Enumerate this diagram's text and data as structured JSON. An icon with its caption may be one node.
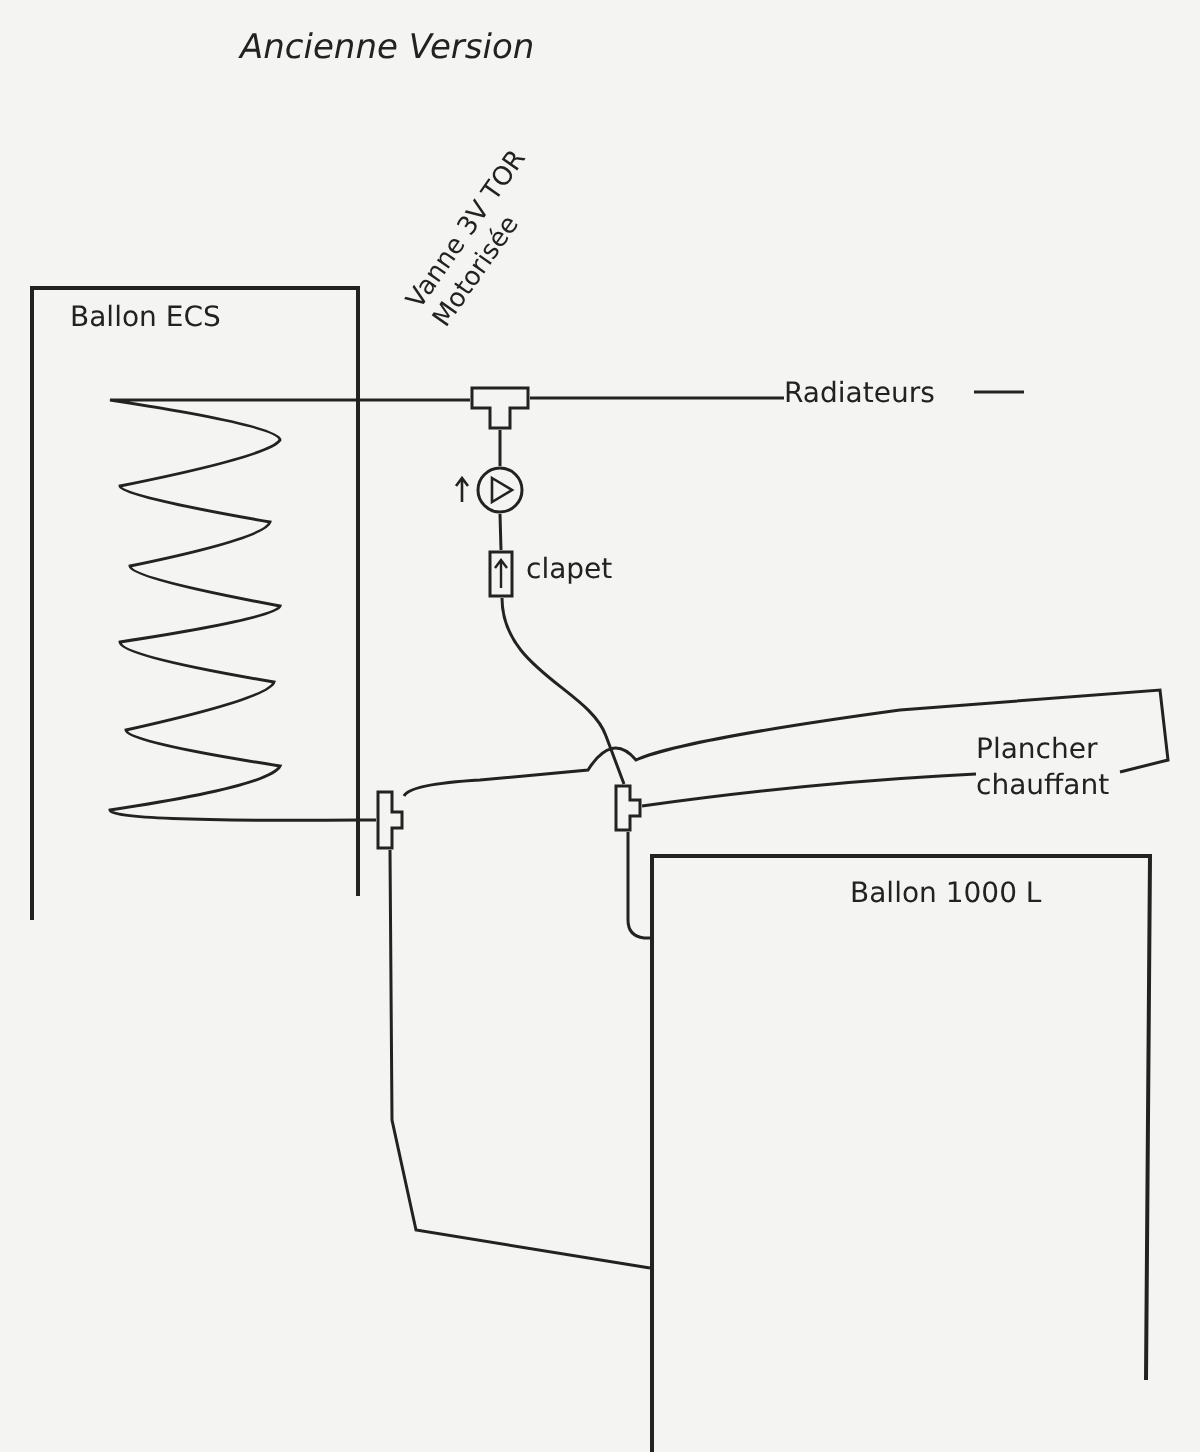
{
  "diagram": {
    "title": "Ancienne Version",
    "nodes": [
      {
        "text": [
          "Ballon ECS"
        ]
      },
      {
        "text": [
          "Vanne 3V TOR Motorisée"
        ]
      },
      {
        "text": [
          "Radiateurs"
        ]
      },
      {
        "text": [],
        "shape": "circle"
      },
      {
        "text": [],
        "shape": "box",
        "beside": [
          "clapet"
        ]
      },
      {
        "text": [],
        "shape": "box"
      },
      {
        "text": [],
        "shape": "box"
      },
      {
        "text": [
          "Plancher chauffant"
        ]
      },
      {
        "text": [
          "Ballon 1000 L"
        ]
      }
    ],
    "edges": [
      {
        "from": 0,
        "to": 1,
        "arrow": "none"
      },
      {
        "from": 1,
        "to": 2,
        "arrow": "none"
      },
      {
        "from": 1,
        "to": 3,
        "arrow": "none"
      },
      {
        "from": 3,
        "to": 4,
        "arrow": "none"
      },
      {
        "from": 4,
        "to": 6,
        "arrow": "none"
      },
      {
        "from": 0,
        "to": 5,
        "arrow": "none"
      },
      {
        "from": 5,
        "to": 7,
        "arrow": "none"
      },
      {
        "from": 6,
        "to": 7,
        "arrow": "none"
      },
      {
        "from": 6,
        "to": 8,
        "arrow": "none"
      },
      {
        "from": 5,
        "to": 8,
        "arrow": "none"
      }
    ]
  }
}
